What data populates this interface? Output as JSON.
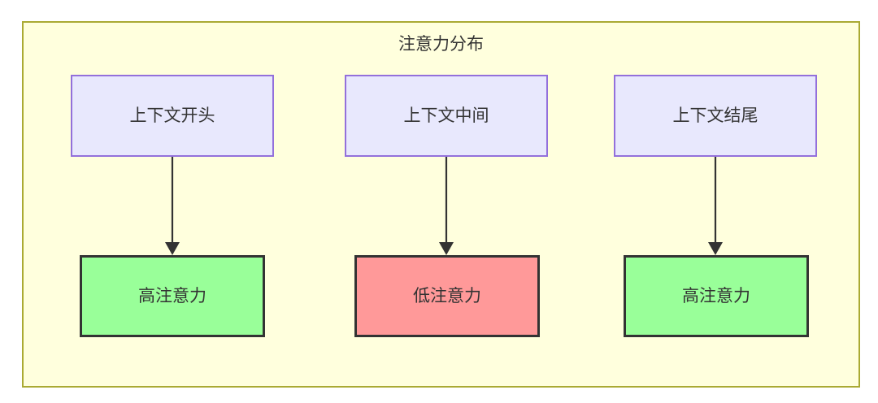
{
  "diagram": {
    "title": "注意力分布",
    "container": {
      "fill_color": "#ffffdd",
      "border_color": "#aaaa33"
    },
    "columns": [
      {
        "id": "col-1",
        "context": {
          "label": "上下文开头",
          "fill_color": "#e8e8fd",
          "border_color": "#9370db"
        },
        "result": {
          "label": "高注意力",
          "fill_color": "#99ff99",
          "border_color": "#333333"
        },
        "edge": {
          "style": "arrow-down"
        }
      },
      {
        "id": "col-2",
        "context": {
          "label": "上下文中间",
          "fill_color": "#e8e8fd",
          "border_color": "#9370db"
        },
        "result": {
          "label": "低注意力",
          "fill_color": "#ff9999",
          "border_color": "#333333"
        },
        "edge": {
          "style": "arrow-down"
        }
      },
      {
        "id": "col-3",
        "context": {
          "label": "上下文结尾",
          "fill_color": "#e8e8fd",
          "border_color": "#9370db"
        },
        "result": {
          "label": "高注意力",
          "fill_color": "#99ff99",
          "border_color": "#333333"
        },
        "edge": {
          "style": "arrow-down"
        }
      }
    ]
  }
}
